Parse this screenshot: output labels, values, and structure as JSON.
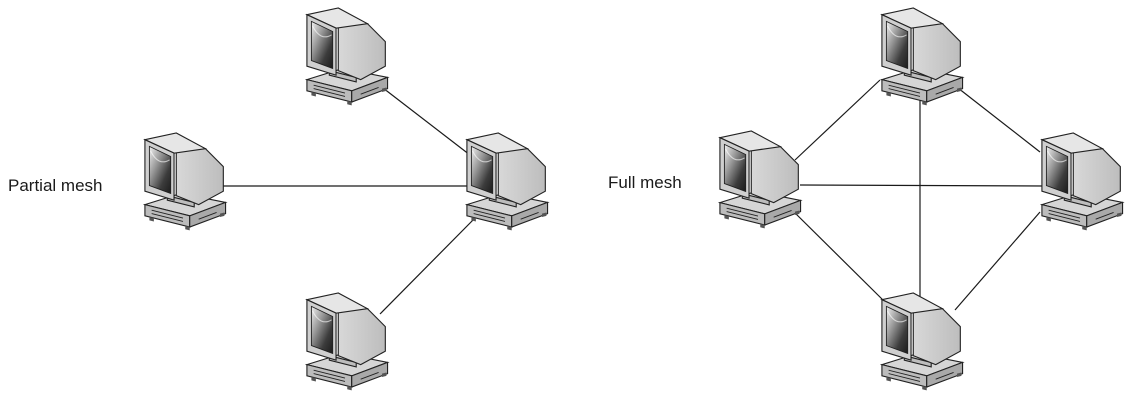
{
  "diagrams": [
    {
      "id": "partial",
      "label": "Partial mesh",
      "nodes": [
        "top",
        "left",
        "hub",
        "bottom"
      ],
      "links": [
        [
          "top",
          "hub"
        ],
        [
          "left",
          "hub"
        ],
        [
          "bottom",
          "hub"
        ]
      ]
    },
    {
      "id": "full",
      "label": "Full mesh",
      "nodes": [
        "top",
        "left",
        "right",
        "bottom"
      ],
      "links": [
        [
          "top",
          "left"
        ],
        [
          "top",
          "right"
        ],
        [
          "top",
          "bottom"
        ],
        [
          "left",
          "right"
        ],
        [
          "left",
          "bottom"
        ],
        [
          "right",
          "bottom"
        ]
      ]
    }
  ],
  "icon": "desktop-computer-icon"
}
